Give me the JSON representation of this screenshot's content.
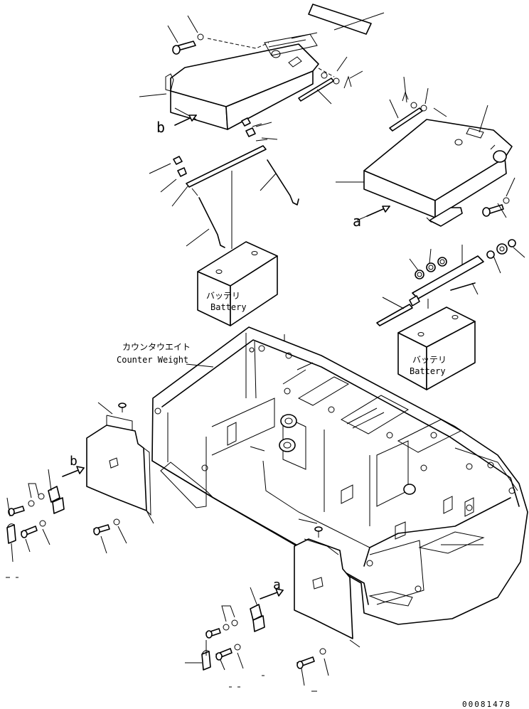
{
  "labels": {
    "view_b": "b",
    "view_a": "a",
    "battery_upper_jp": "バッテリ",
    "battery_upper_en": "Battery",
    "battery_right_jp": "バッテリ",
    "battery_right_en": "Battery",
    "counterweight_jp": "カウンタウエイト",
    "counterweight_en": "Counter Weight",
    "arrow_b": "b",
    "arrow_a": "a",
    "drawing_number": "00081478"
  }
}
